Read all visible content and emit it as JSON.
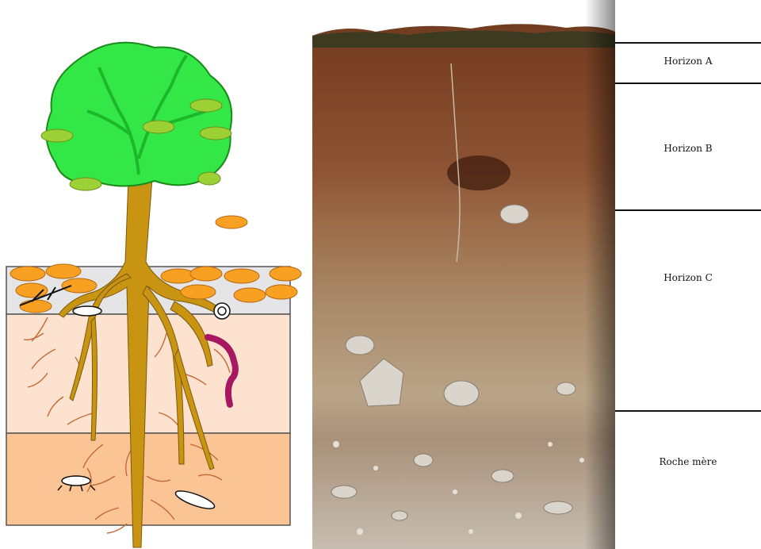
{
  "horizons": [
    {
      "label": "Horizon A"
    },
    {
      "label": "Horizon B"
    },
    {
      "label": "Horizon C"
    },
    {
      "label": "Roche mère"
    }
  ]
}
